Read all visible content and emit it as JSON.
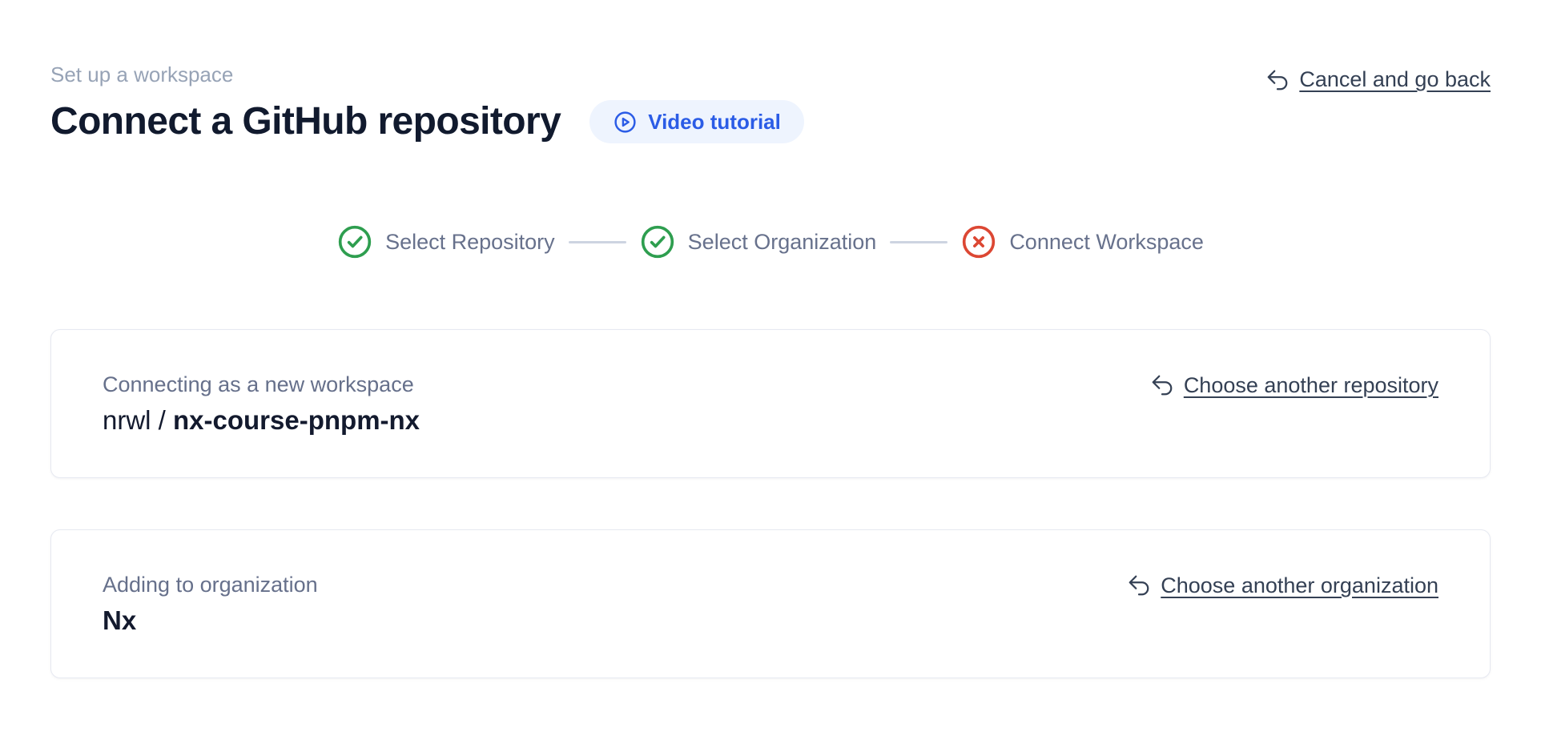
{
  "header": {
    "eyebrow": "Set up a workspace",
    "title": "Connect a GitHub repository",
    "video_button_label": "Video tutorial",
    "cancel_link_label": "Cancel and go back"
  },
  "stepper": {
    "steps": [
      {
        "label": "Select Repository",
        "status": "complete",
        "icon": "check-circle-icon"
      },
      {
        "label": "Select Organization",
        "status": "complete",
        "icon": "check-circle-icon"
      },
      {
        "label": "Connect Workspace",
        "status": "error",
        "icon": "x-circle-icon"
      }
    ]
  },
  "cards": {
    "repository": {
      "label": "Connecting as a new workspace",
      "value_prefix": "nrwl / ",
      "value": "nx-course-pnpm-nx",
      "change_link_label": "Choose another repository"
    },
    "organization": {
      "label": "Adding to organization",
      "value": "Nx",
      "change_link_label": "Choose another organization"
    }
  },
  "icons": {
    "video_button": "play-circle-icon",
    "back_links": "arrow-uturn-left-icon"
  },
  "colors": {
    "title_text": "#111a2e",
    "muted_text": "#66708b",
    "eyebrow_text": "#97a3b6",
    "link_text": "#344054",
    "accent_blue": "#2b5ce6",
    "accent_blue_bg": "#eef4fe",
    "success_green": "#2e9e4f",
    "error_red": "#dc4733",
    "connector_gray": "#cdd4e1",
    "card_border": "#e6e9f1"
  }
}
